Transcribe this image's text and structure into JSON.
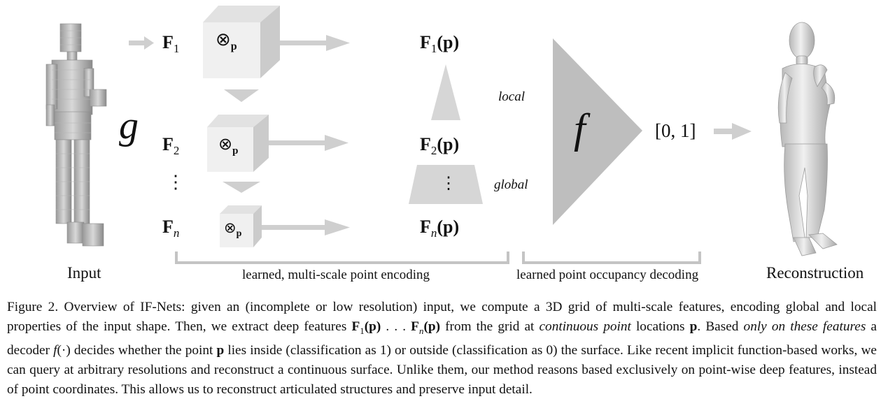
{
  "figure": {
    "input_label": "Input",
    "reconstruction_label": "Reconstruction",
    "g_symbol": "g",
    "f_symbol": "f",
    "interval": "[0, 1]",
    "conv_symbol": "⊗",
    "conv_sub": "p",
    "vdots": "⋮",
    "features": [
      {
        "base": "F",
        "sub": "1"
      },
      {
        "base": "F",
        "sub": "2"
      },
      {
        "base": "F",
        "sub": "n"
      }
    ],
    "features_p": [
      {
        "base": "F",
        "sub": "1",
        "arg": "(p)"
      },
      {
        "base": "F",
        "sub": "2",
        "arg": "(p)"
      },
      {
        "base": "F",
        "sub": "n",
        "arg": "(p)"
      }
    ],
    "local_label": "local",
    "global_label": "global",
    "encoding_label": "learned, multi-scale point encoding",
    "decoding_label": "learned point occupancy decoding"
  },
  "caption": {
    "prefix": "Figure 2. Overview of IF-Nets: given an (incomplete or low resolution) input, we compute a 3D grid of multi-scale features, encoding global and local properties of the input shape. Then, we extract deep features ",
    "feat_first": "F",
    "feat_first_sub": "1",
    "feat_first_arg": "(p)",
    "ellipsis": " . . . ",
    "feat_last": "F",
    "feat_last_sub": "n",
    "feat_last_arg": "(p)",
    "mid1": " from the grid at ",
    "cont_point": "continuous point",
    "mid2": " locations ",
    "p1": "p",
    "mid3": ". Based ",
    "only_feat": "only on these features",
    "mid4": " a decoder ",
    "f_func": "f",
    "f_arg": "(·)",
    "mid5": " decides whether the point ",
    "p2": "p",
    "suffix": " lies inside (classification as 1) or outside (classification as 0) the surface. Like recent implicit function-based works, we can query at arbitrary resolutions and reconstruct a continuous surface. Unlike them, our method reasons based exclusively on point-wise deep features, instead of point coordinates. This allows us to reconstruct articulated structures and preserve input detail."
  }
}
